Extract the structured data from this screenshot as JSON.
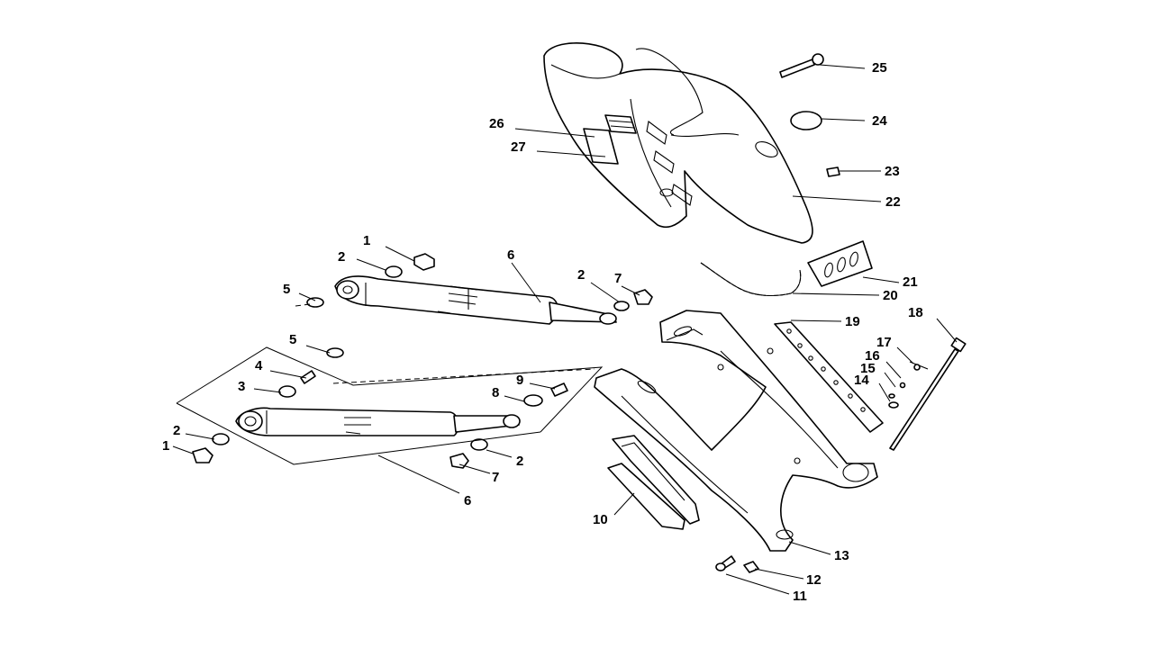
{
  "diagram": {
    "callouts": [
      {
        "id": "c25",
        "text": "25"
      },
      {
        "id": "c24",
        "text": "24"
      },
      {
        "id": "c23",
        "text": "23"
      },
      {
        "id": "c22",
        "text": "22"
      },
      {
        "id": "c26",
        "text": "26"
      },
      {
        "id": "c27",
        "text": "27"
      },
      {
        "id": "c21",
        "text": "21"
      },
      {
        "id": "c20",
        "text": "20"
      },
      {
        "id": "c19",
        "text": "19"
      },
      {
        "id": "c18",
        "text": "18"
      },
      {
        "id": "c17",
        "text": "17"
      },
      {
        "id": "c16",
        "text": "16"
      },
      {
        "id": "c15",
        "text": "15"
      },
      {
        "id": "c14",
        "text": "14"
      },
      {
        "id": "c13",
        "text": "13"
      },
      {
        "id": "c12",
        "text": "12"
      },
      {
        "id": "c11",
        "text": "11"
      },
      {
        "id": "c10",
        "text": "10"
      },
      {
        "id": "c6a",
        "text": "6"
      },
      {
        "id": "c6b",
        "text": "6"
      },
      {
        "id": "c1a",
        "text": "1"
      },
      {
        "id": "c1b",
        "text": "1"
      },
      {
        "id": "c2a",
        "text": "2"
      },
      {
        "id": "c2b",
        "text": "2"
      },
      {
        "id": "c2c",
        "text": "2"
      },
      {
        "id": "c2d",
        "text": "2"
      },
      {
        "id": "c3",
        "text": "3"
      },
      {
        "id": "c4",
        "text": "4"
      },
      {
        "id": "c5a",
        "text": "5"
      },
      {
        "id": "c5b",
        "text": "5"
      },
      {
        "id": "c7a",
        "text": "7"
      },
      {
        "id": "c7b",
        "text": "7"
      },
      {
        "id": "c8",
        "text": "8"
      },
      {
        "id": "c9",
        "text": "9"
      }
    ]
  }
}
